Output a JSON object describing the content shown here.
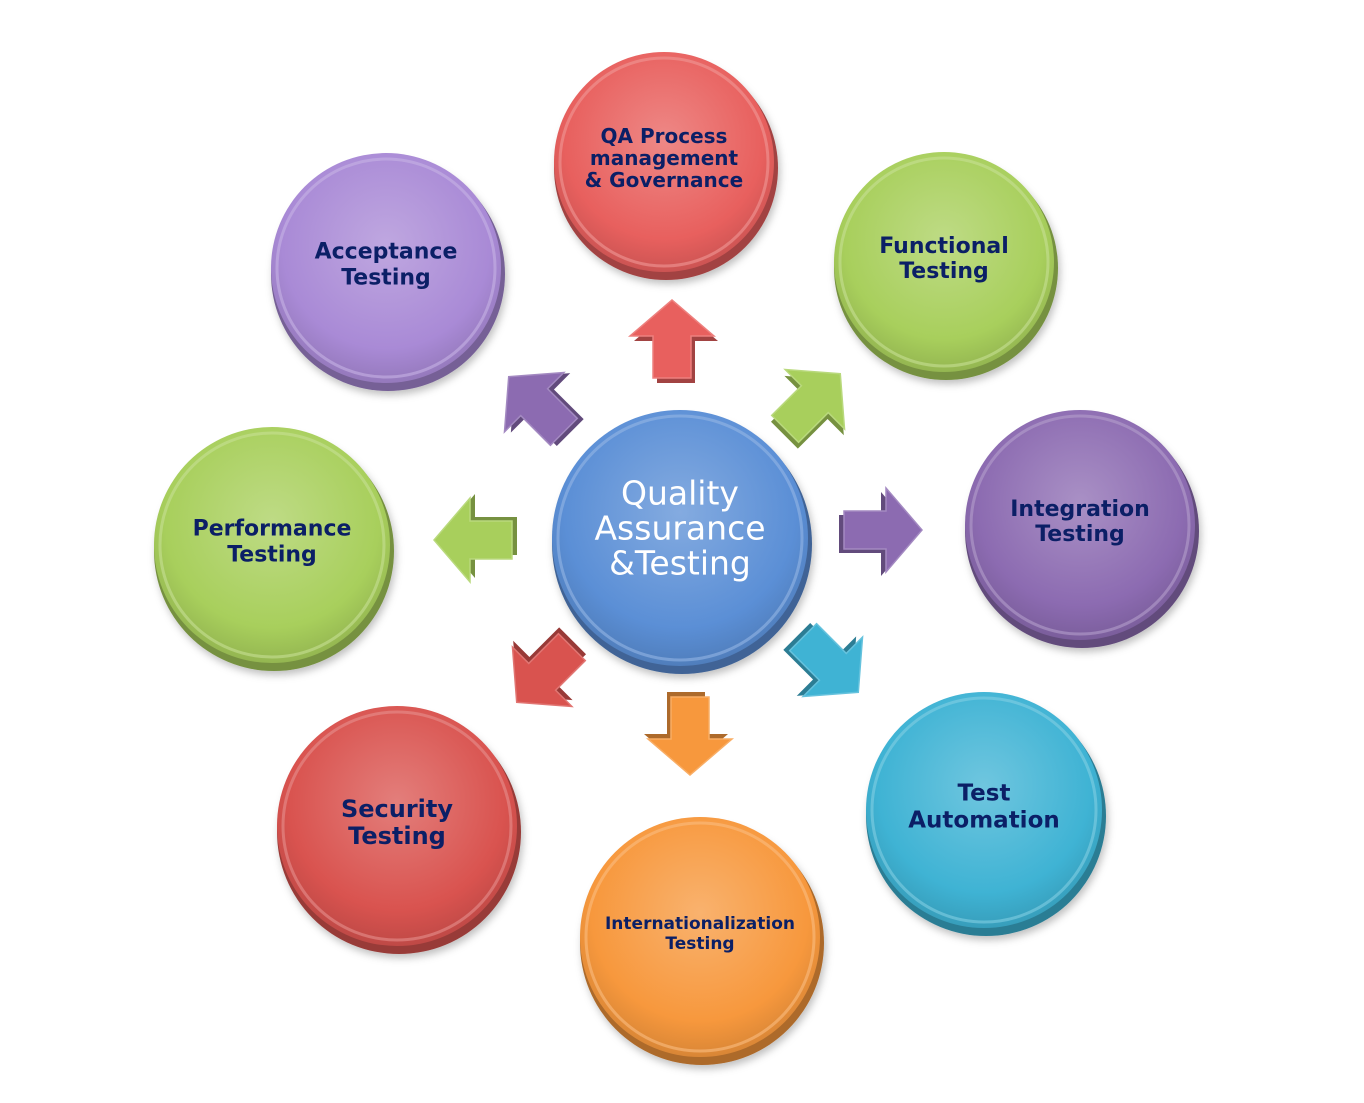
{
  "center": {
    "lines": [
      "Quality",
      "Assurance",
      "&Testing"
    ],
    "color": "#5b8fd6"
  },
  "nodes": [
    {
      "id": "qa-process",
      "lines": [
        "QA Process",
        "management",
        "& Governance"
      ],
      "color": "#e8605e"
    },
    {
      "id": "functional",
      "lines": [
        "Functional",
        "Testing"
      ],
      "color": "#a8cf5c"
    },
    {
      "id": "integration",
      "lines": [
        "Integration",
        "Testing"
      ],
      "color": "#8c6bb1"
    },
    {
      "id": "automation",
      "lines": [
        "Test",
        "Automation"
      ],
      "color": "#3fb3d4"
    },
    {
      "id": "i18n",
      "lines": [
        "Internationalization",
        "Testing"
      ],
      "color": "#f7983d"
    },
    {
      "id": "security",
      "lines": [
        "Security",
        "Testing"
      ],
      "color": "#d9534f"
    },
    {
      "id": "performance",
      "lines": [
        "Performance",
        "Testing"
      ],
      "color": "#a8cf5c"
    },
    {
      "id": "acceptance",
      "lines": [
        "Acceptance",
        "Testing"
      ],
      "color": "#a98ad6"
    }
  ],
  "arrows": [
    {
      "target": "qa-process",
      "color": "#e8605e"
    },
    {
      "target": "functional",
      "color": "#a8cf5c"
    },
    {
      "target": "integration",
      "color": "#8c6bb1"
    },
    {
      "target": "automation",
      "color": "#3fb3d4"
    },
    {
      "target": "i18n",
      "color": "#f7983d"
    },
    {
      "target": "security",
      "color": "#d9534f"
    },
    {
      "target": "performance",
      "color": "#a8cf5c"
    },
    {
      "target": "acceptance",
      "color": "#8c6bb1"
    }
  ]
}
